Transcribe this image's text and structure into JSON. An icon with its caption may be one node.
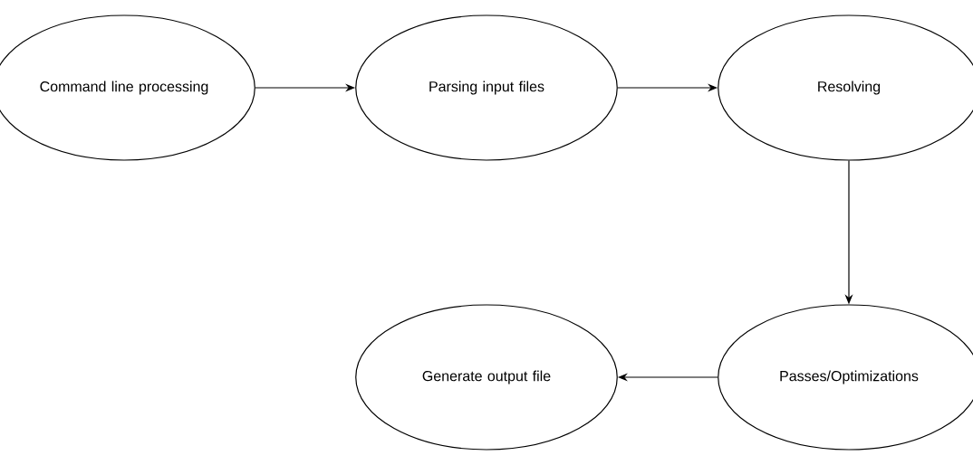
{
  "diagram": {
    "nodes": [
      {
        "text": [
          "Command line processing"
        ]
      },
      {
        "text": [
          "Parsing input files"
        ]
      },
      {
        "text": [
          "Resolving"
        ]
      },
      {
        "text": [
          "Passes/Optimizations"
        ]
      },
      {
        "text": [
          "Generate output file"
        ]
      }
    ],
    "edges": [
      {
        "from": 0,
        "to": 1,
        "arrow": "to"
      },
      {
        "from": 1,
        "to": 2,
        "arrow": "to"
      },
      {
        "from": 2,
        "to": 3,
        "arrow": "to"
      },
      {
        "from": 3,
        "to": 4,
        "arrow": "to"
      }
    ]
  }
}
